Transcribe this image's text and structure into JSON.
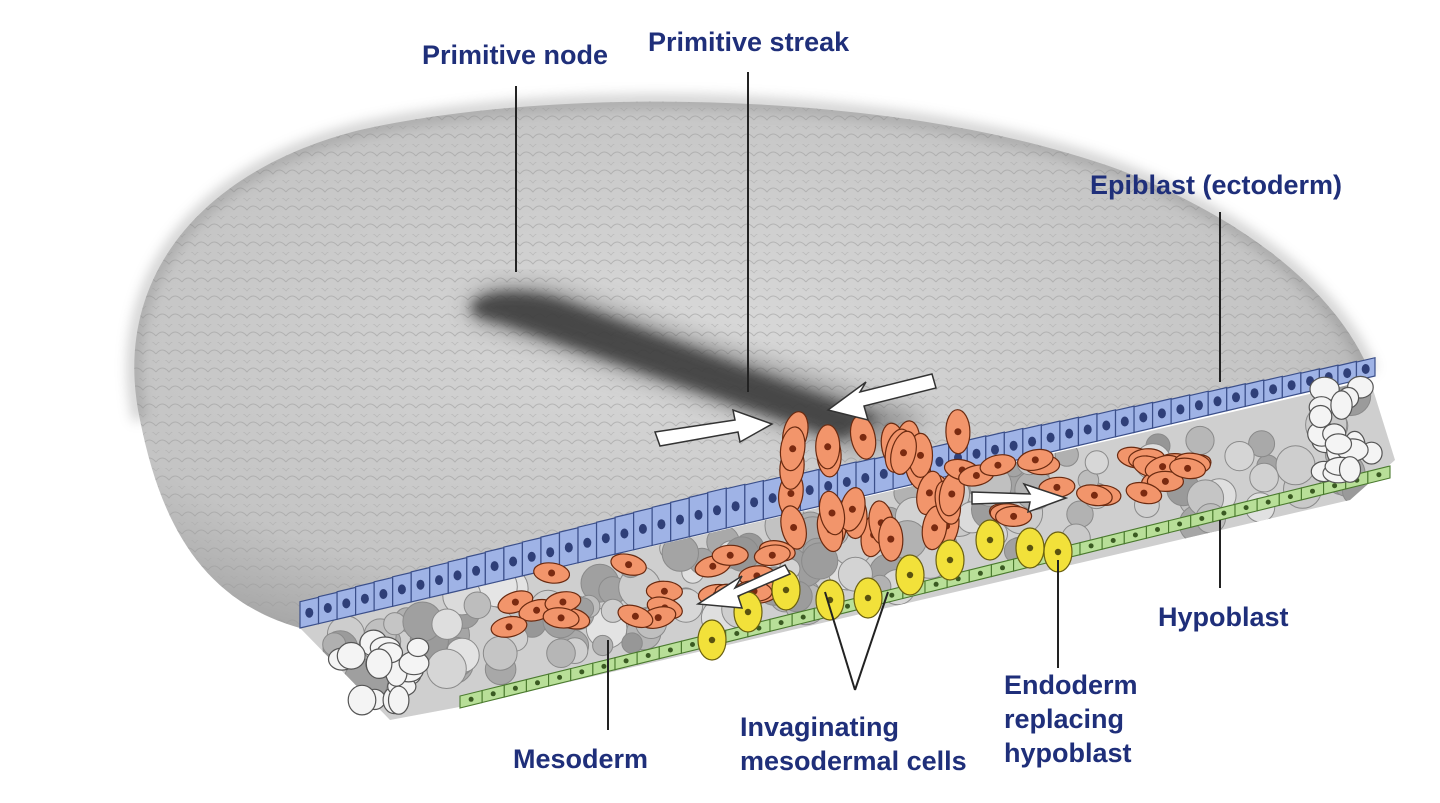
{
  "labels": {
    "primitive_node": "Primitive node",
    "primitive_streak": "Primitive streak",
    "epiblast": "Epiblast (ectoderm)",
    "hypoblast": "Hypoblast",
    "endoderm": "Endoderm\nreplacing\nhypoblast",
    "invaginating": "Invaginating\nmesodermal cells",
    "mesoderm": "Mesoderm"
  },
  "colors": {
    "label_text": "#1f2f7a",
    "epiblast": "#9fb3e6",
    "hypoblast": "#b8df98",
    "mesoderm": "#f2956b",
    "endoderm": "#f2e13a",
    "surface": "#c9c9c9",
    "background": "#ffffff"
  }
}
